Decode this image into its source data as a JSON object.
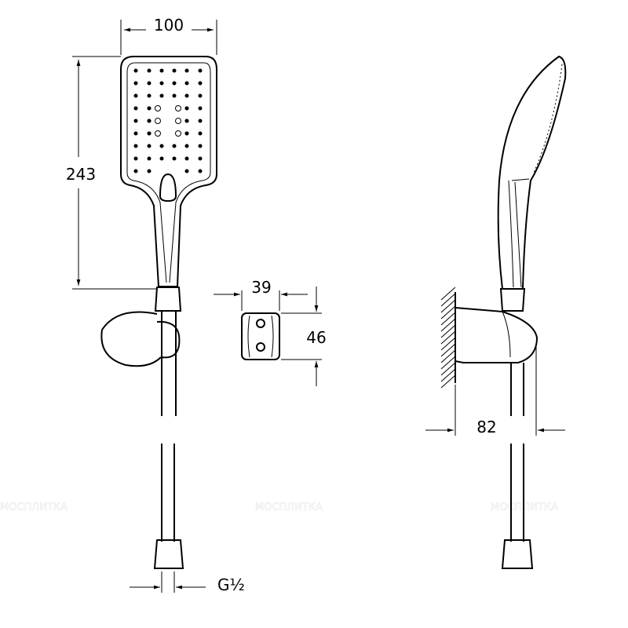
{
  "dimensions": {
    "head_width": "100",
    "total_length": "243",
    "bracket_width": "39",
    "bracket_height": "46",
    "wall_projection": "82",
    "thread": "G½"
  },
  "watermark": "МОСПЛИТКА",
  "colors": {
    "line": "#000000",
    "background": "#ffffff"
  }
}
